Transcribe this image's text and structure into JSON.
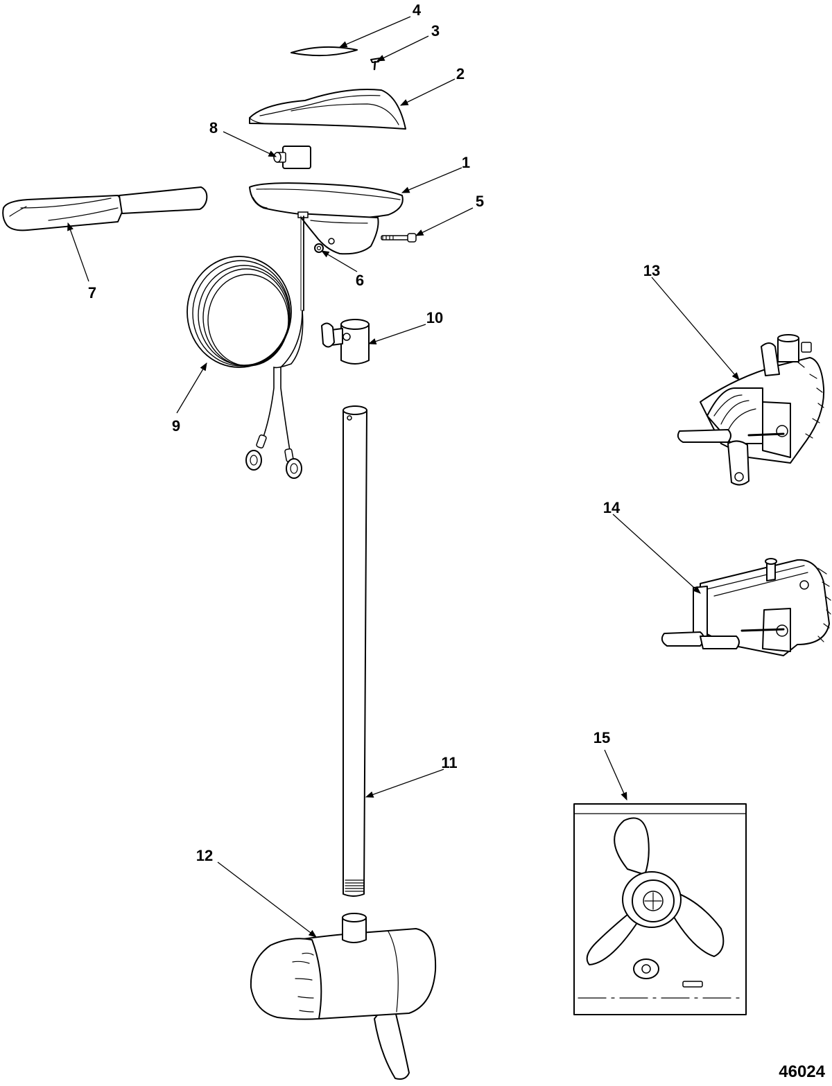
{
  "diagram": {
    "document_number": "46024",
    "callouts": [
      {
        "id": "1",
        "label": "1"
      },
      {
        "id": "2",
        "label": "2"
      },
      {
        "id": "3",
        "label": "3"
      },
      {
        "id": "4",
        "label": "4"
      },
      {
        "id": "5",
        "label": "5"
      },
      {
        "id": "6",
        "label": "6"
      },
      {
        "id": "7",
        "label": "7"
      },
      {
        "id": "8",
        "label": "8"
      },
      {
        "id": "9",
        "label": "9"
      },
      {
        "id": "10",
        "label": "10"
      },
      {
        "id": "11",
        "label": "11"
      },
      {
        "id": "12",
        "label": "12"
      },
      {
        "id": "13",
        "label": "13"
      },
      {
        "id": "14",
        "label": "14"
      },
      {
        "id": "15",
        "label": "15"
      }
    ]
  }
}
